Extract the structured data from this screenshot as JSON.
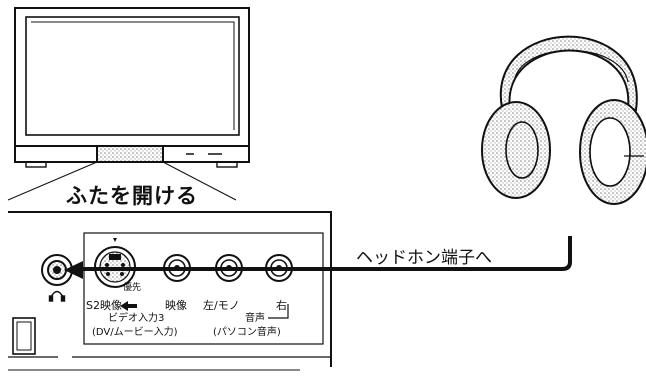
{
  "labels": {
    "open_lid": "ふたを開ける",
    "to_headphone_jack": "ヘッドホン端子へ",
    "s2_video": "S2映像",
    "priority": "優先",
    "video": "映像",
    "left_mono": "左/モノ",
    "right": "右",
    "audio": "音声",
    "video_input_3": "ビデオ入力3",
    "dv_movie_input": "(DV/ムービー入力)",
    "pc_audio": "(パソコン音声)"
  },
  "colors": {
    "line": "#111111",
    "dot_fill": "#bdbdbd",
    "background": "#ffffff"
  },
  "icons": {
    "headphone_jack_symbol": "headphone-symbol-icon",
    "arrow": "left-arrow-icon"
  }
}
